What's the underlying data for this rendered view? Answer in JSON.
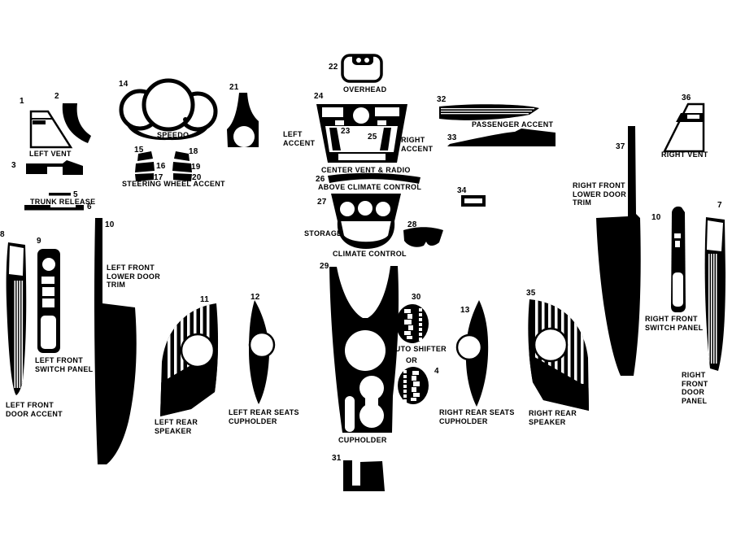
{
  "diagram": {
    "description": "Dash trim kit parts diagram",
    "ink_color": "#000000",
    "background_color": "#ffffff",
    "labels": {
      "n1": "1",
      "n2": "2",
      "n3": "3",
      "n4": "4",
      "n5": "5",
      "n6": "6",
      "n7": "7",
      "n8": "8",
      "n9": "9",
      "n10_left": "10",
      "n10_right": "10",
      "n11": "11",
      "n12": "12",
      "n13": "13",
      "n14": "14",
      "n15": "15",
      "n16": "16",
      "n17": "17",
      "n18": "18",
      "n19": "19",
      "n20": "20",
      "n21": "21",
      "n22": "22",
      "n23": "23",
      "n24": "24",
      "n25": "25",
      "n26": "26",
      "n27": "27",
      "n28": "28",
      "n29": "29",
      "n30": "30",
      "n31": "31",
      "n32": "32",
      "n33": "33",
      "n34": "34",
      "n35": "35",
      "n36": "36",
      "n37": "37",
      "left_vent": "LEFT VENT",
      "trunk_release": "TRUNK RELEASE",
      "speedo": "SPEEDO",
      "steering_wheel_accent": "STEERING WHEEL ACCENT",
      "overhead": "OVERHEAD",
      "left_accent": "LEFT\nACCENT",
      "right_accent": "RIGHT\nACCENT",
      "center_vent_radio": "CENTER VENT & RADIO",
      "above_climate_control": "ABOVE CLIMATE CONTROL",
      "storage": "STORAGE",
      "climate_control": "CLIMATE CONTROL",
      "passenger_accent": "PASSENGER ACCENT",
      "right_vent": "RIGHT VENT",
      "right_front_lower_door_trim": "RIGHT FRONT\nLOWER DOOR\nTRIM",
      "left_front_lower_door_trim": "LEFT FRONT\nLOWER DOOR\nTRIM",
      "left_front_switch_panel": "LEFT FRONT\nSWITCH PANEL",
      "left_front_door_accent": "LEFT FRONT\nDOOR ACCENT",
      "left_rear_speaker": "LEFT REAR\nSPEAKER",
      "left_rear_seats_cupholder": "LEFT REAR SEATS\nCUPHOLDER",
      "auto_shifter": "AUTO SHIFTER",
      "or_label": "OR",
      "cupholder": "CUPHOLDER",
      "right_rear_seats_cupholder": "RIGHT REAR SEATS\nCUPHOLDER",
      "right_rear_speaker": "RIGHT REAR\nSPEAKER",
      "right_front_switch_panel": "RIGHT FRONT\nSWITCH PANEL",
      "right_front_door_panel": "RIGHT FRONT\nDOOR PANEL"
    }
  }
}
